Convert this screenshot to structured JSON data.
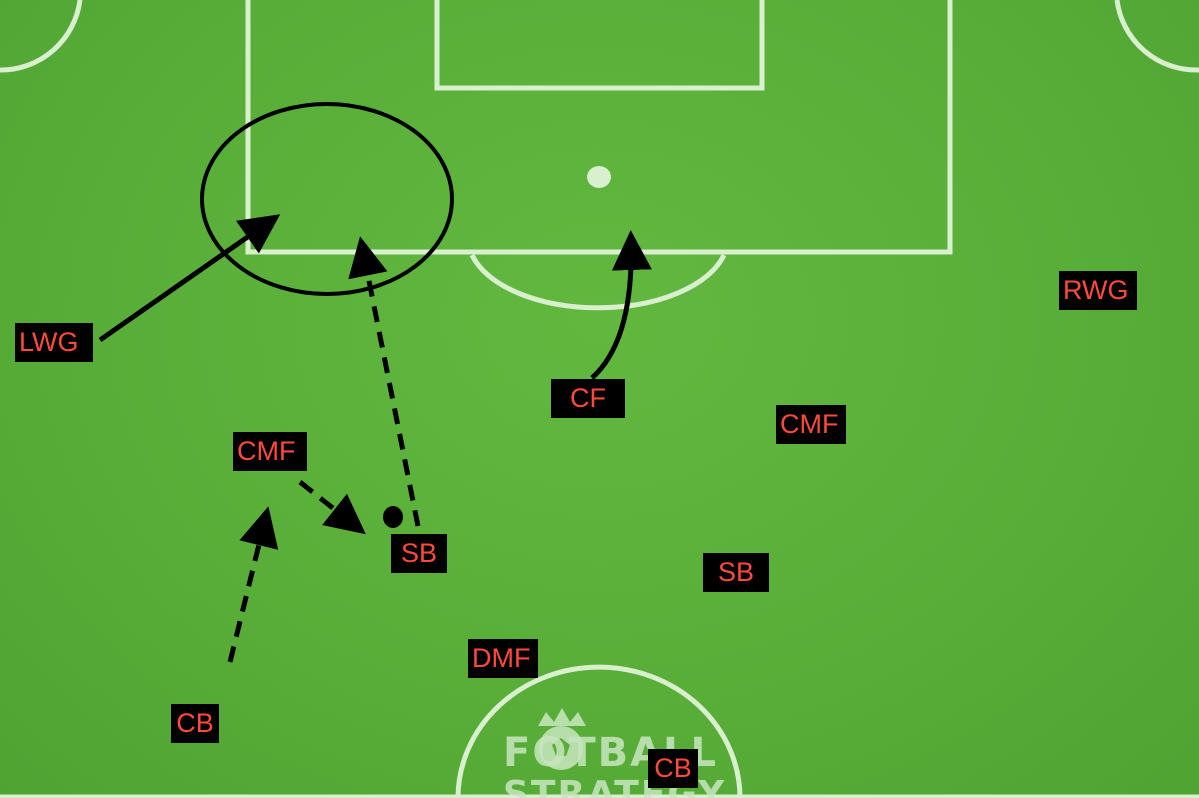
{
  "players": [
    {
      "id": "lwg",
      "label": "LWG"
    },
    {
      "id": "cf",
      "label": "CF"
    },
    {
      "id": "rwg",
      "label": "RWG"
    },
    {
      "id": "cmf-left",
      "label": "CMF"
    },
    {
      "id": "cmf-right",
      "label": "CMF"
    },
    {
      "id": "sb-left",
      "label": "SB"
    },
    {
      "id": "sb-right",
      "label": "SB"
    },
    {
      "id": "dmf",
      "label": "DMF"
    },
    {
      "id": "cb-left",
      "label": "CB"
    },
    {
      "id": "cb-right",
      "label": "CB"
    }
  ],
  "watermark": {
    "line1": "FOTBALL",
    "line2": "STRATEGY"
  },
  "colors": {
    "pitch": "#5aae3a",
    "lines": "#d9f0cf",
    "label_bg": "#000000",
    "label_text": "#ff4a3d",
    "arrows": "#000000"
  }
}
